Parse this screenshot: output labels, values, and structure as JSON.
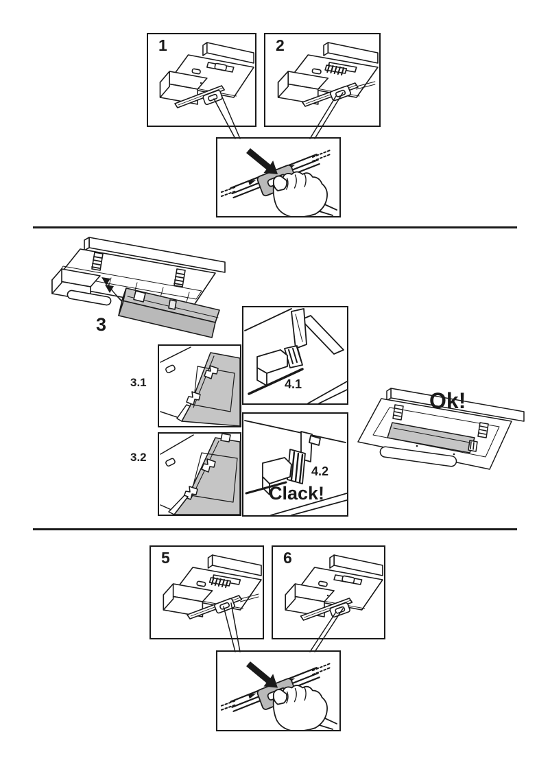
{
  "page": {
    "background": "#ffffff",
    "line_color": "#1a1a1a",
    "gray_fill": "#c5c5c5"
  },
  "labels": {
    "step1": "1",
    "step2": "2",
    "step3": "3",
    "step3_1": "3.1",
    "step3_2": "3.2",
    "step4_1": "4.1",
    "step4_2": "4.2",
    "step5": "5",
    "step6": "6",
    "ok": "Ok!",
    "clack": "Clack!"
  },
  "illustrations": {
    "panel1": "hood-underside-clip-rail-front",
    "panel2": "hood-underside-clip-rail-engaged",
    "detail_top": "hand-pressing-clip-on-rail",
    "step3": "hood-with-fascia-panel-tilted",
    "panel3_1": "fascia-hooks-closeup",
    "panel3_2": "fascia-hooks-engaged-closeup",
    "panel4_1": "latch-above-slot-closeup",
    "panel4_2": "latch-clicked-in-closeup",
    "ok_view": "hood-underside-fascia-installed",
    "panel5": "hood-underside-clip-rail-engaged",
    "panel6": "hood-underside-clip-rail-front",
    "detail_bottom": "hand-pressing-clip-on-rail"
  }
}
